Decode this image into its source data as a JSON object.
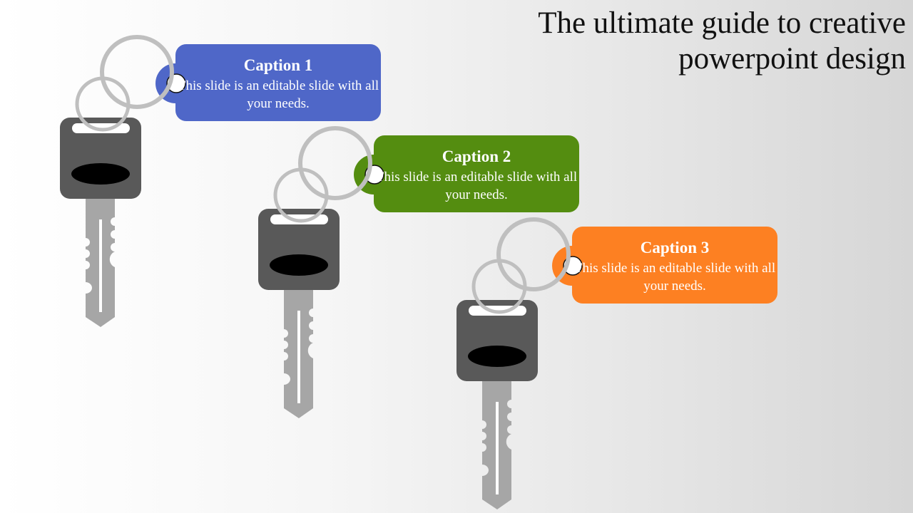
{
  "title": "The ultimate guide to creative powerpoint design",
  "keys": [
    {
      "caption": "Caption 1",
      "body": "This slide is an editable slide with all your needs.",
      "color": "#4f67c8"
    },
    {
      "caption": "Caption 2",
      "body": "This slide is an editable slide with all your needs.",
      "color": "#548d10"
    },
    {
      "caption": "Caption 3",
      "body": "This slide is an editable slide with all your needs.",
      "color": "#fd8022"
    }
  ]
}
